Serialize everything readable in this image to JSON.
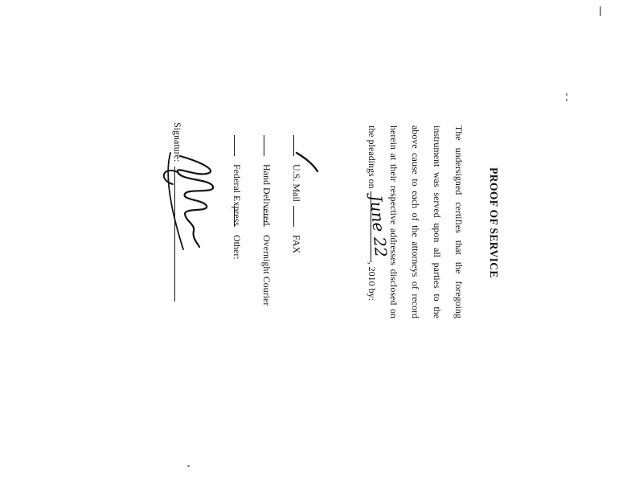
{
  "document": {
    "title": "PROOF OF SERVICE",
    "body": {
      "text_before_date": "The undersigned certifies that the foregoing instrument was served upon all parties to the above cause to each of the attorneys of record herein at their respective addresses disclosed on the pleadings on",
      "handwritten_date": "June 22",
      "text_after_date": ", 2010 by:"
    },
    "service_methods": [
      {
        "label": "U.S. Mail",
        "checked": true
      },
      {
        "label": "FAX",
        "checked": false
      },
      {
        "label": "Hand Delivered",
        "checked": false
      },
      {
        "label": "Overnight Courier",
        "checked": false
      },
      {
        "label": "Federal Express",
        "checked": false
      },
      {
        "label": "Other:",
        "checked": false
      }
    ],
    "signature": {
      "label": "Signature:",
      "signed": true
    },
    "colors": {
      "ink": "#101010",
      "paper": "#ffffff"
    },
    "orientation_note": "scanned sideways, rotated 90 degrees clockwise"
  }
}
